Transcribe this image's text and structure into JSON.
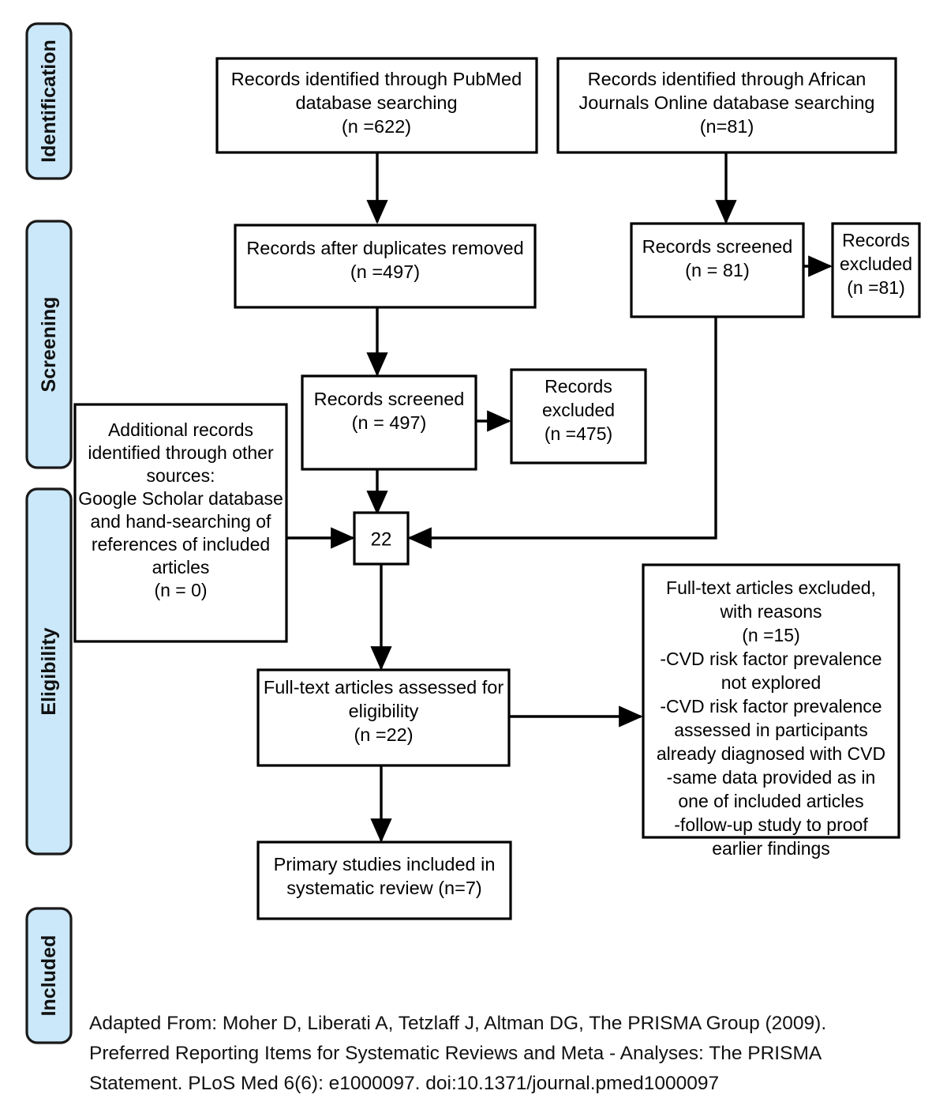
{
  "diagram": {
    "type": "prisma-flow-diagram",
    "stages": [
      {
        "id": "identification",
        "label": "Identification"
      },
      {
        "id": "screening",
        "label": "Screening"
      },
      {
        "id": "eligibility",
        "label": "Eligibility"
      },
      {
        "id": "included",
        "label": "Included"
      }
    ],
    "boxes": {
      "pubmed": {
        "lines": [
          "Records identified through PubMed",
          "database searching",
          "(n =622)"
        ]
      },
      "ajol": {
        "lines": [
          "Records identified through African",
          "Journals Online database searching",
          "(n=81)"
        ]
      },
      "duplicates_removed": {
        "lines": [
          "Records after duplicates removed",
          "(n =497)"
        ]
      },
      "screened_ajol": {
        "lines": [
          "Records screened",
          "(n = 81)"
        ]
      },
      "excluded_ajol": {
        "lines": [
          "Records",
          "excluded",
          "(n =81)"
        ]
      },
      "screened_pubmed": {
        "lines": [
          "Records screened",
          "(n = 497)"
        ]
      },
      "excluded_pubmed": {
        "lines": [
          "Records",
          "excluded",
          "(n =475)"
        ]
      },
      "additional_records": {
        "lines": [
          "Additional records",
          "identified through other",
          "sources:",
          "Google Scholar database",
          "and hand-searching of",
          "references of included",
          "articles",
          "(n = 0)"
        ]
      },
      "merge_node": {
        "value": "22"
      },
      "fulltext_assessed": {
        "lines": [
          "Full-text articles assessed for",
          "eligibility",
          "(n =22)"
        ]
      },
      "fulltext_excluded": {
        "lines": [
          "Full-text articles excluded,",
          "with reasons",
          "(n =15)",
          "-CVD risk factor prevalence",
          "not explored",
          "-CVD risk factor prevalence",
          "assessed in participants",
          "already diagnosed with CVD",
          "-same data provided as in",
          "one of included articles",
          "-follow-up study to proof",
          "earlier findings"
        ]
      },
      "included_studies": {
        "lines": [
          "Primary studies included in",
          "systematic review (n=7)"
        ]
      }
    },
    "caption": {
      "lines": [
        "Adapted From: Moher D, Liberati A, Tetzlaff J, Altman DG, The PRISMA Group (2009).",
        "Preferred Reporting Items for Systematic Reviews and Meta - Analyses: The PRISMA",
        "Statement. PLoS Med 6(6): e1000097. doi:10.1371/journal.pmed1000097"
      ]
    },
    "colors": {
      "stage_fill": "#cbe8fa",
      "stage_stroke": "#1a1a1a",
      "box_stroke": "#000000",
      "background": "#ffffff",
      "text": "#000000"
    }
  }
}
